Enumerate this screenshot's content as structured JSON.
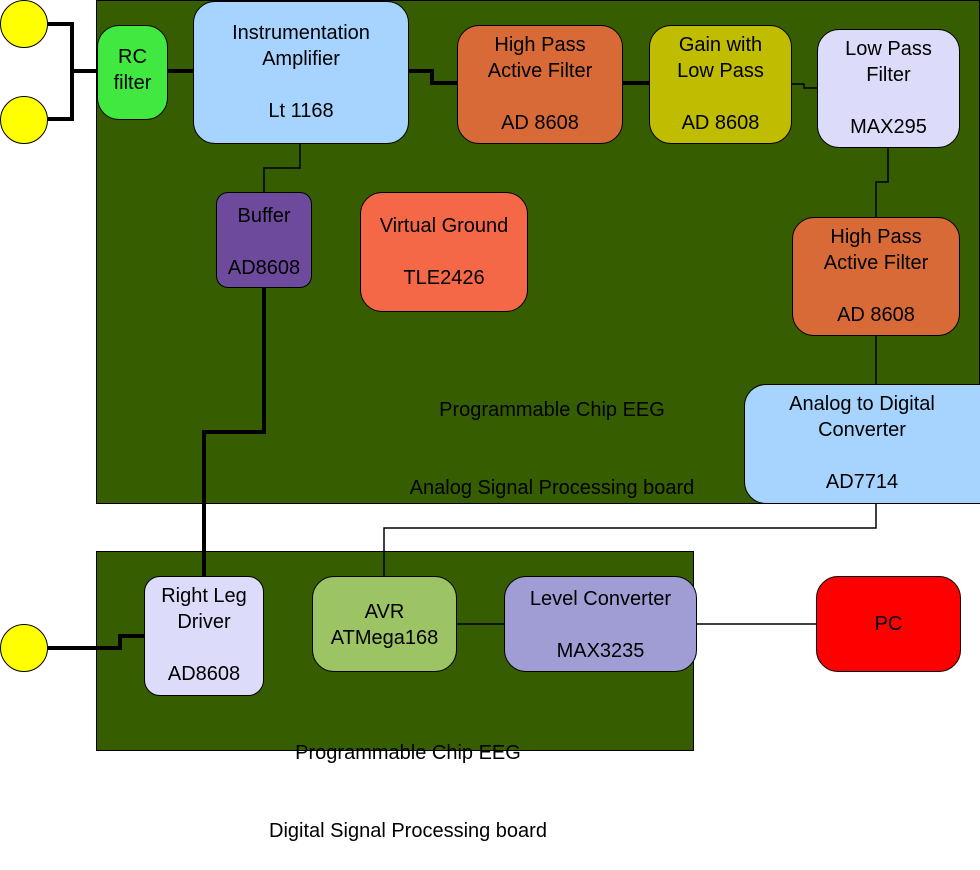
{
  "boards": {
    "analog": {
      "label_line1": "Programmable Chip EEG",
      "label_line2": "Analog Signal Processing board",
      "color": "#365e00"
    },
    "digital": {
      "label_line1": "Programmable Chip EEG",
      "label_line2": "Digital Signal Processing board",
      "color": "#365e00"
    }
  },
  "blocks": {
    "rc_filter": {
      "line1": "RC",
      "line2": "filter",
      "color": "#40e840"
    },
    "inst_amp": {
      "line1": "Instrumentation",
      "line2": "Amplifier",
      "part": "Lt 1168",
      "color": "#a6d4fe"
    },
    "hp_filter_1": {
      "line1": "High Pass",
      "line2": "Active Filter",
      "part": "AD 8608",
      "color": "#d86a38"
    },
    "gain_lp": {
      "line1": "Gain with",
      "line2": "Low Pass",
      "part": "AD 8608",
      "color": "#c0bc00"
    },
    "lp_filter": {
      "line1": "Low Pass",
      "line2": "Filter",
      "part": "MAX295",
      "color": "#dcdcfa"
    },
    "buffer": {
      "line1": "Buffer",
      "part": "AD8608",
      "color": "#6e4a9c"
    },
    "virtual_ground": {
      "line1": "Virtual Ground",
      "part": "TLE2426",
      "color": "#f46848"
    },
    "hp_filter_2": {
      "line1": "High Pass",
      "line2": "Active Filter",
      "part": "AD 8608",
      "color": "#d86a38"
    },
    "adc": {
      "line1": "Analog to Digital",
      "line2": "Converter",
      "part": "AD7714",
      "color": "#a6d4fe"
    },
    "rld": {
      "line1": "Right Leg",
      "line2": "Driver",
      "part": "AD8608",
      "color": "#dcdcfa"
    },
    "avr": {
      "line1": "AVR",
      "line2": "ATMega168",
      "color": "#9cc464"
    },
    "level_converter": {
      "line1": "Level Converter",
      "part": "MAX3235",
      "color": "#a09cd4"
    },
    "pc": {
      "line1": "PC",
      "color": "#ff0000"
    }
  },
  "electrodes": {
    "color": "#ffff00",
    "count": 3
  }
}
